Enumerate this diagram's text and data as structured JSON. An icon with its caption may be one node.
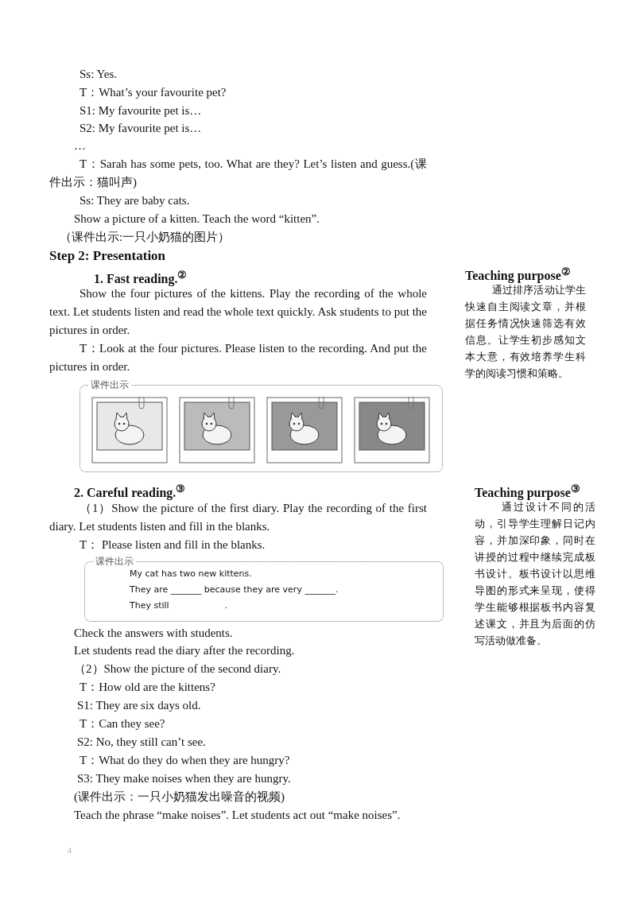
{
  "diagram": {
    "nodes": [
      {
        "text": [
          "课件出示"
        ]
      },
      {
        "text": [],
        "shape": "picture",
        "in": 0
      },
      {
        "text": [],
        "shape": "picture",
        "in": 0
      },
      {
        "text": [],
        "shape": "picture",
        "in": 0
      },
      {
        "text": [],
        "shape": "picture",
        "in": 0
      },
      {
        "text": [
          "课件出示",
          "My cat has two new kittens.",
          "They are _______ because they are very _______.",
          "They still                    ."
        ]
      }
    ],
    "labels": [
      "Ss: Yes.",
      "T：What’s your favourite pet?",
      "S1: My favourite pet is…",
      "S2: My favourite pet is…",
      "…",
      "T：Sarah has some pets, too. What are they? Let’s listen and guess.(课件出示：猫叫声)",
      "Ss: They are baby cats.",
      "Show a picture of a kitten. Teach the word “kitten”.",
      "（课件出示:一只小奶猫的图片）",
      "Step 2: Presentation",
      "Teaching purpose$^{②}$",
      "通过排序活动让学生快速自主阅读文章，并根据任务情况快速筛选有效信息。让学生初步感知文本大意，有效培养学生科学的阅读习惯和策略。",
      "1.   Fast reading.$^{②}$",
      "Show the four pictures of the kittens. Play the recording of the whole text. Let students listen and read the whole text quickly. Ask students to put the pictures in order.",
      "T：Look at the four pictures. Please listen to the recording. And put the pictures in order.",
      "2. Careful reading.$^{③}$",
      "Teaching purpose$^{③}$",
      "通过设计不同的活动，引导学生理解日记内容，并加深印象，同时在讲授的过程中继续完成板书设计。板书设计以思维导图的形式来呈现，使得学生能够根据板书内容复述课文，并且为后面的仿写活动做准备。",
      "（1）Show the picture of the first diary. Play the recording of the first diary. Let students listen and fill in the blanks.",
      "T：  Please listen and fill in the blanks.",
      "Check the answers with students.",
      "Let students read the diary after the recording.",
      "（2）Show the picture of the second diary.",
      "T：How old are the kittens?",
      "S1: They are six days old.",
      "T：Can they see?",
      "S2: No, they still can’t see.",
      "T：What do they do when they are hungry?",
      "S3: They make noises when they are hungry.",
      "(课件出示：一只小奶猫发出噪音的视频)",
      "Teach the phrase “make noises”. Let students act out “make noises”.",
      "4"
    ]
  }
}
